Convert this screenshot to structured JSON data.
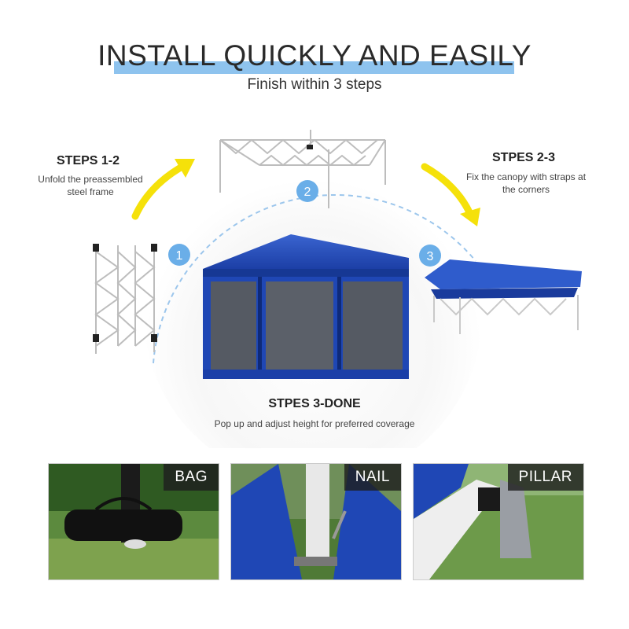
{
  "header": {
    "title": "INSTALL QUICKLY AND EASILY",
    "subtitle": "Finish within 3 steps"
  },
  "steps": [
    {
      "number": "1",
      "title": "STEPS 1-2",
      "desc": "Unfold the preassembled steel frame"
    },
    {
      "number": "2"
    },
    {
      "number": "3",
      "title": "STPES 2-3",
      "desc": "Fix the canopy with straps at the corners"
    },
    {
      "title": "STPES 3-DONE",
      "desc": "Pop up and adjust height for preferred coverage"
    }
  ],
  "features": [
    {
      "label": "BAG"
    },
    {
      "label": "NAIL"
    },
    {
      "label": "PILLAR"
    }
  ],
  "colors": {
    "accent_bar": "#8ec3ee",
    "arrow": "#f5e10a",
    "badge": "#6aaee8",
    "canopy": "#1f47b5"
  }
}
